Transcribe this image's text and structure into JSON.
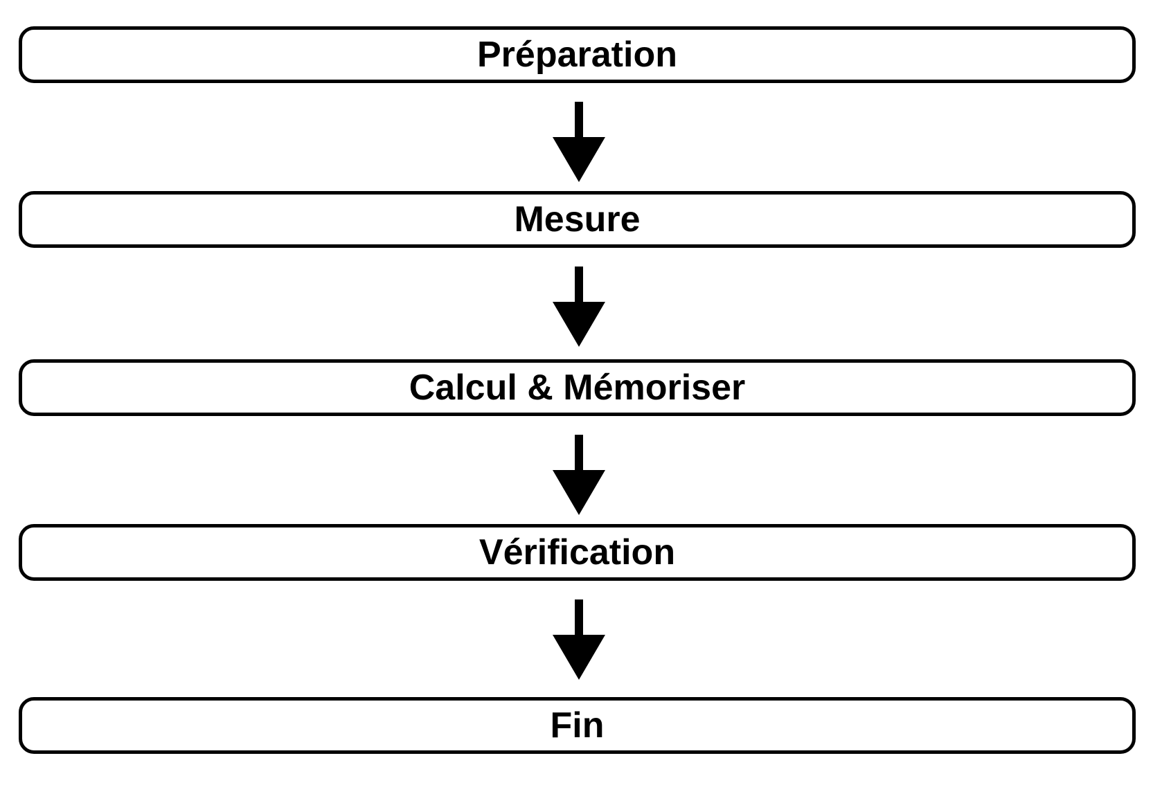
{
  "steps": [
    {
      "label": "Préparation"
    },
    {
      "label": "Mesure"
    },
    {
      "label": "Calcul & Mémoriser"
    },
    {
      "label": "Vérification"
    },
    {
      "label": "Fin"
    }
  ],
  "colors": {
    "stroke": "#000000",
    "background": "#ffffff",
    "text": "#000000"
  },
  "icons": {
    "connector": "arrow-down-icon"
  }
}
